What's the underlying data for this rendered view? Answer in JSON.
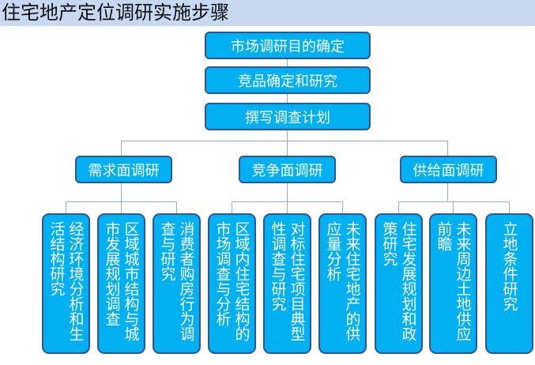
{
  "title": "住宅地产定位调研实施步骤",
  "steps": [
    "市场调研目的确定",
    "竞品确定和研究",
    "撰写调查计划"
  ],
  "branches": [
    {
      "label": "需求面调研",
      "items": [
        "经济环境分析和生活结构研究",
        "区域城市结构与城市发展规划调查",
        "消费者购房行为调查与研究"
      ]
    },
    {
      "label": "竞争面调研",
      "items": [
        "区域内住宅结构的市场调查与分析",
        "对标住宅项目典型性调查与研究",
        "未来住宅地产的供应量分析"
      ]
    },
    {
      "label": "供给面调研",
      "items": [
        "住宅发展规划和政策研究",
        "未来周边土地供应前瞻",
        "立地条件研究"
      ]
    }
  ],
  "colors": {
    "box": "#00b0f0",
    "border": "#2f5597",
    "header": "#c6d9f1",
    "line": "#8eaadb"
  }
}
